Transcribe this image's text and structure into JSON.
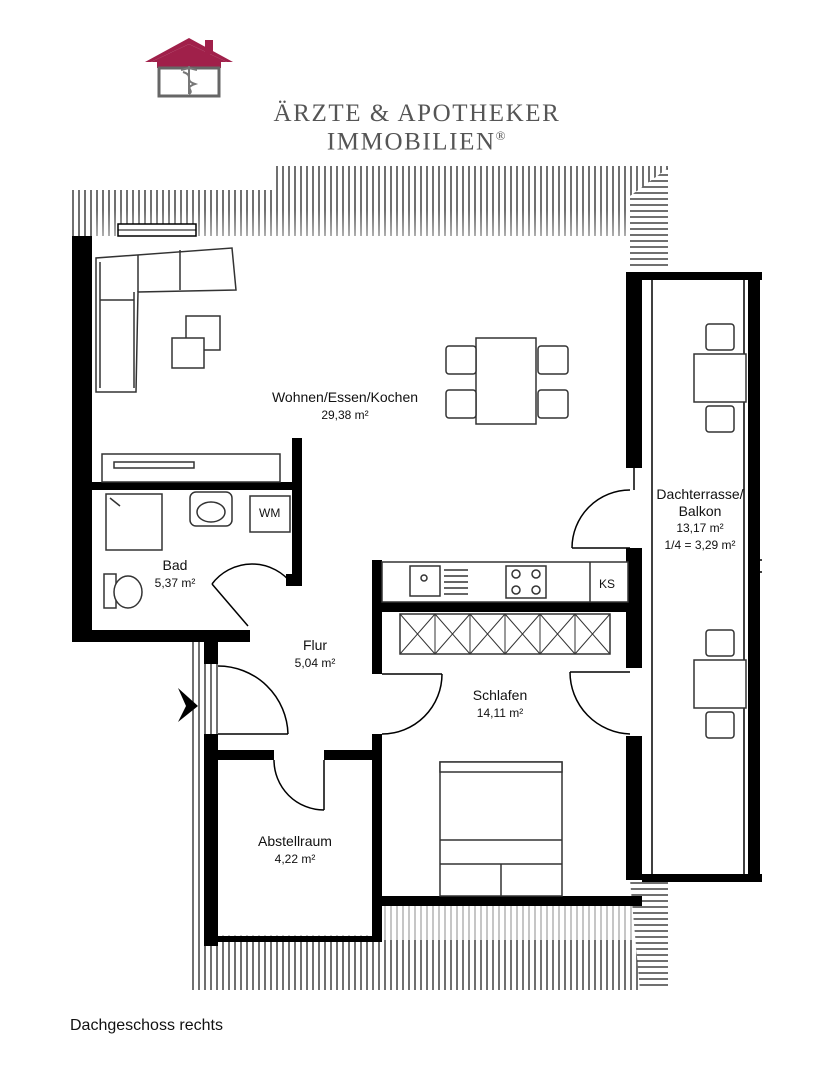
{
  "logo": {
    "line1": "ÄRZTE & APOTHEKER",
    "line2": "IMMOBILIEN",
    "registered": "®",
    "roof_color": "#a0204a",
    "icon": "caduceus-icon"
  },
  "rooms": {
    "wohnen": {
      "name": "Wohnen/Essen/Kochen",
      "area": "29,38 m²"
    },
    "bad": {
      "name": "Bad",
      "area": "5,37 m²"
    },
    "flur": {
      "name": "Flur",
      "area": "5,04 m²"
    },
    "schlafen": {
      "name": "Schlafen",
      "area": "14,11 m²"
    },
    "abstellraum": {
      "name": "Abstellraum",
      "area": "4,22 m²"
    },
    "dachterrasse": {
      "name_line1": "Dachterrasse/",
      "name_line2": "Balkon",
      "area": "13,17 m²",
      "area_quarter": "1/4 = 3,29 m²"
    }
  },
  "fixtures": {
    "washer": "WM",
    "fridge": "KS"
  },
  "caption": "Dachgeschoss rechts"
}
